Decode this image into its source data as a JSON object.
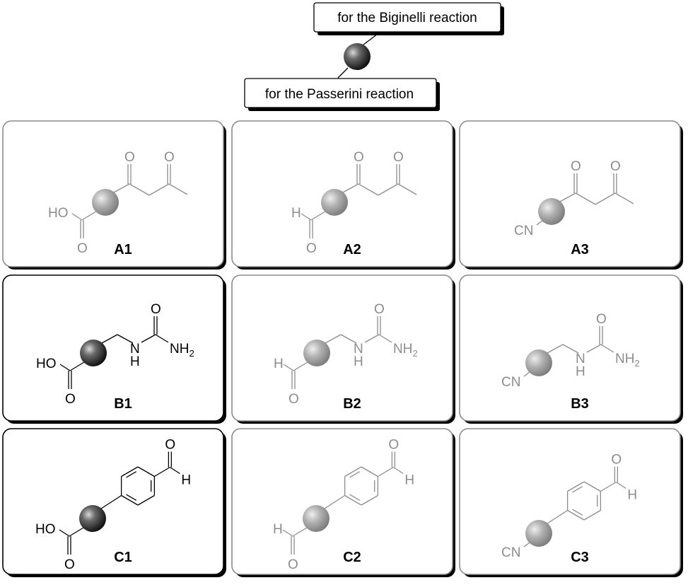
{
  "header": {
    "top_label": "for the Biginelli reaction",
    "bottom_label": "for the Passerini reaction"
  },
  "colors": {
    "active": "#000000",
    "inactive": "#8c8c8c",
    "card_border_inactive": "#8c8c8c",
    "shadow": "#000000",
    "sphere_dark": "#202020",
    "sphere_light": "#a0a0a0"
  },
  "cards": [
    {
      "id": "A1",
      "row": 0,
      "col": 0,
      "label": "A1",
      "active": false,
      "left_group": "acid",
      "right_group": "diketone"
    },
    {
      "id": "A2",
      "row": 0,
      "col": 1,
      "label": "A2",
      "active": false,
      "left_group": "aldehyde",
      "right_group": "diketone"
    },
    {
      "id": "A3",
      "row": 0,
      "col": 2,
      "label": "A3",
      "active": false,
      "left_group": "isocyanide",
      "right_group": "diketone"
    },
    {
      "id": "B1",
      "row": 1,
      "col": 0,
      "label": "B1",
      "active": true,
      "left_group": "acid",
      "right_group": "urea"
    },
    {
      "id": "B2",
      "row": 1,
      "col": 1,
      "label": "B2",
      "active": false,
      "left_group": "aldehyde",
      "right_group": "urea"
    },
    {
      "id": "B3",
      "row": 1,
      "col": 2,
      "label": "B3",
      "active": false,
      "left_group": "isocyanide",
      "right_group": "urea"
    },
    {
      "id": "C1",
      "row": 2,
      "col": 0,
      "label": "C1",
      "active": true,
      "left_group": "acid",
      "right_group": "benzaldehyde"
    },
    {
      "id": "C2",
      "row": 2,
      "col": 1,
      "label": "C2",
      "active": false,
      "left_group": "aldehyde",
      "right_group": "benzaldehyde"
    },
    {
      "id": "C3",
      "row": 2,
      "col": 2,
      "label": "C3",
      "active": false,
      "left_group": "isocyanide",
      "right_group": "benzaldehyde"
    }
  ],
  "atoms": {
    "O": "O",
    "HO": "HO",
    "H": "H",
    "CN": "CN",
    "N": "N",
    "NH": "NH",
    "NH2_main": "NH",
    "NH2_sub": "2"
  }
}
